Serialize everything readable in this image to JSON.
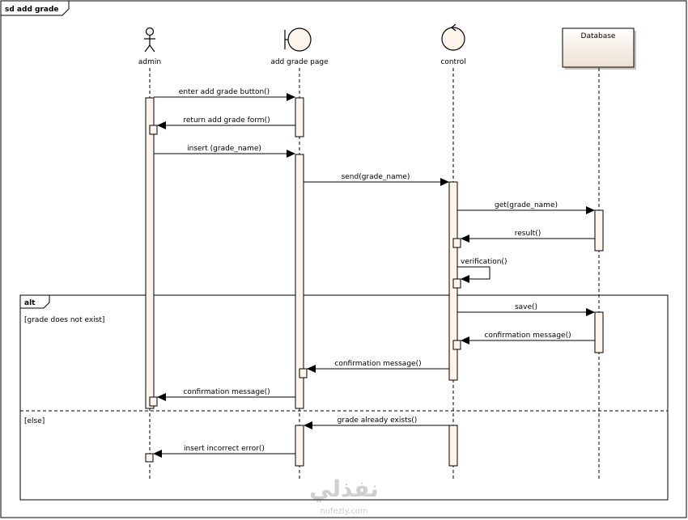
{
  "diagram": {
    "frame_label": "sd add grade",
    "lifelines": {
      "admin": "admin",
      "page": "add grade page",
      "control": "control",
      "database": "Database"
    },
    "messages": {
      "m1": "enter add grade button()",
      "m2": "return add grade form()",
      "m3": "insert (grade_name)",
      "m4": "send(grade_name)",
      "m5": "get(grade_name)",
      "m6": "result()",
      "m7": "verification()",
      "m8": "save()",
      "m9": "confirmation message()",
      "m10": "confirmation message()",
      "m11": "confirmation message()",
      "m12": "grade already exists()",
      "m13": "insert  incorrect error()"
    },
    "alt": {
      "label": "alt",
      "guard1": "[grade does not exist]",
      "guard2": "[else]"
    },
    "watermark": {
      "arabic": "نفذلي",
      "latin": "nofezly.com"
    },
    "colors": {
      "activation_fill": "#fdf5ec",
      "database_fill": "#f4ebe0",
      "watermark": "#cfcfcf"
    }
  }
}
